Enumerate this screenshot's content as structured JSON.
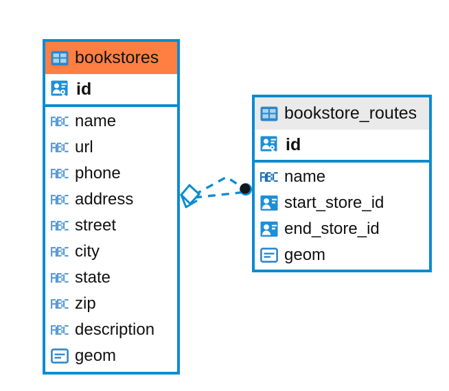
{
  "diagram": {
    "type": "entity-relationship-diagram",
    "accent_color": "#0b8bd0",
    "highlight_color": "#ff7f43",
    "header_gray": "#eaeaea",
    "background": "#ffffff"
  },
  "entities": [
    {
      "name": "bookstores",
      "header_style": "orange",
      "primary_key": {
        "label": "id",
        "icon": "primary-key-icon"
      },
      "fields": [
        {
          "label": "name",
          "icon": "abc-text-icon"
        },
        {
          "label": "url",
          "icon": "abc-text-icon"
        },
        {
          "label": "phone",
          "icon": "abc-text-icon"
        },
        {
          "label": "address",
          "icon": "abc-text-icon"
        },
        {
          "label": "street",
          "icon": "abc-text-icon"
        },
        {
          "label": "city",
          "icon": "abc-text-icon"
        },
        {
          "label": "state",
          "icon": "abc-text-icon"
        },
        {
          "label": "zip",
          "icon": "abc-text-icon"
        },
        {
          "label": "description",
          "icon": "abc-text-icon"
        },
        {
          "label": "geom",
          "icon": "geometry-icon"
        }
      ]
    },
    {
      "name": "bookstore_routes",
      "header_style": "gray",
      "primary_key": {
        "label": "id",
        "icon": "primary-key-icon"
      },
      "fields": [
        {
          "label": "name",
          "icon": "abc-text-icon"
        },
        {
          "label": "start_store_id",
          "icon": "foreign-key-icon"
        },
        {
          "label": "end_store_id",
          "icon": "foreign-key-icon"
        },
        {
          "label": "geom",
          "icon": "geometry-icon"
        }
      ]
    }
  ],
  "relationship": {
    "style": "dashed",
    "color": "#0b8bd0",
    "source_marker": "diamond",
    "target_marker": "filled-circle",
    "branches": 2
  },
  "icons": {
    "table": "table-grid-icon",
    "primary_key": "primary-key-icon",
    "foreign_key": "foreign-key-icon",
    "text": "abc-text-icon",
    "geometry": "geometry-icon"
  }
}
